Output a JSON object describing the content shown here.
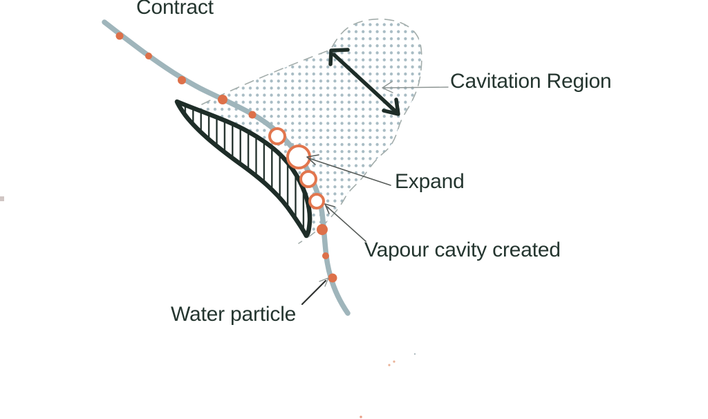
{
  "figure": {
    "type": "hand-drawn schematic diagram",
    "subject": "Cavitation of water flowing over a hydrofoil blade"
  },
  "labels": {
    "contract": "Contract",
    "cavitation_region": "Cavitation Region",
    "expand": "Expand",
    "vapour_cavity": "Vapour cavity created",
    "water_particle": "Water particle"
  },
  "elements": {
    "flow_particle_count": 8,
    "vapour_bubble_count": 4,
    "hydrofoil": "blade cross-section with vertical hatching",
    "cavitation_region": "stippled dotted area with dashed outline",
    "expansion_arrow": "double-headed diagonal arrow inside cavitation region"
  },
  "colors": {
    "background": "#ffffff",
    "text": "#24352f",
    "flow-line": "#9fb5bb",
    "particle-orange": "#dd7049",
    "bubble-orange": "#e2764e",
    "stipple-dot": "#a8bcc4",
    "foil-dark": "#1e2d28",
    "dash-grey": "#a3adab",
    "leader-grey": "#565b58",
    "leader-dark": "#303331"
  }
}
